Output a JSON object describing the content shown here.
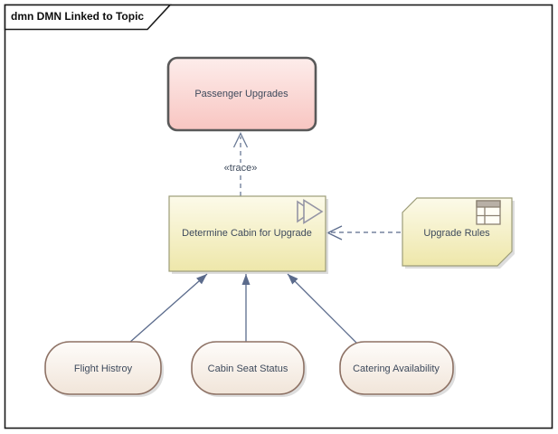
{
  "frame": {
    "title": "dmn DMN Linked to Topic"
  },
  "nodes": {
    "passenger_upgrades": {
      "label": "Passenger Upgrades"
    },
    "determine_cabin": {
      "label": "Determine Cabin for Upgrade"
    },
    "upgrade_rules": {
      "label": "Upgrade Rules"
    },
    "flight_history": {
      "label": "Flight Histroy"
    },
    "cabin_seat_status": {
      "label": "Cabin Seat Status"
    },
    "catering_availability": {
      "label": "Catering Availability"
    }
  },
  "connectors": {
    "trace": {
      "label": "«trace»"
    }
  },
  "icons": {
    "decision_indicator": "double-chevron-icon",
    "knowledge_model": "decision-table-icon"
  },
  "colors": {
    "topic_fill_top": "#fdedeb",
    "topic_fill_bottom": "#f8c5c1",
    "topic_border": "#595959",
    "decision_fill_top": "#fcfae9",
    "decision_fill_bottom": "#eee7aa",
    "decision_border": "#9c9c78",
    "input_fill_top": "#fefcfa",
    "input_fill_bottom": "#f1e5d9",
    "input_border": "#8d7164",
    "connector_line": "#5b6b8c",
    "dashed_line": "#6a7a96",
    "shadow": "#c6c6c6",
    "text": "#3e4a5c",
    "frame_border": "#1a1a1a"
  }
}
